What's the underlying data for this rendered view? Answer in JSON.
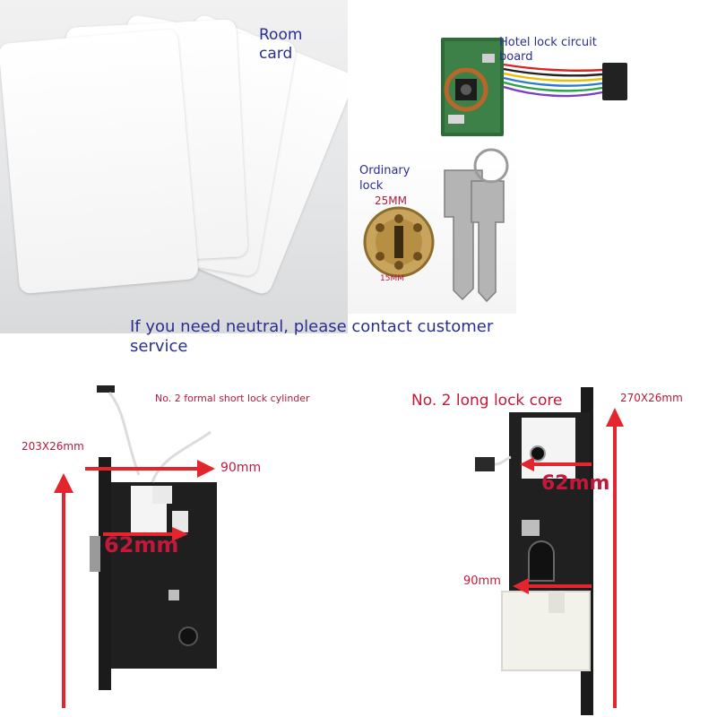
{
  "labels": {
    "room_card": "Room card",
    "hotel_board": "Hotel lock circuit board",
    "ordinary_lock": "Ordinary lock",
    "lock_25mm": "25MM",
    "lock_15mm": "15MM",
    "notice": "If you need neutral, please contact customer service",
    "short_cylinder": "No. 2 formal short lock cylinder",
    "long_core": "No. 2 long lock core",
    "dim_left_height": "203X26mm",
    "dim_left_width": "90mm",
    "dim_left_62": "62mm",
    "dim_right_height": "270X26mm",
    "dim_right_62": "62mm",
    "dim_right_90": "90mm"
  },
  "colors": {
    "label_blue": "#2a2f8f",
    "label_red": "#c2193b",
    "arrow_red": "#e3262e"
  }
}
